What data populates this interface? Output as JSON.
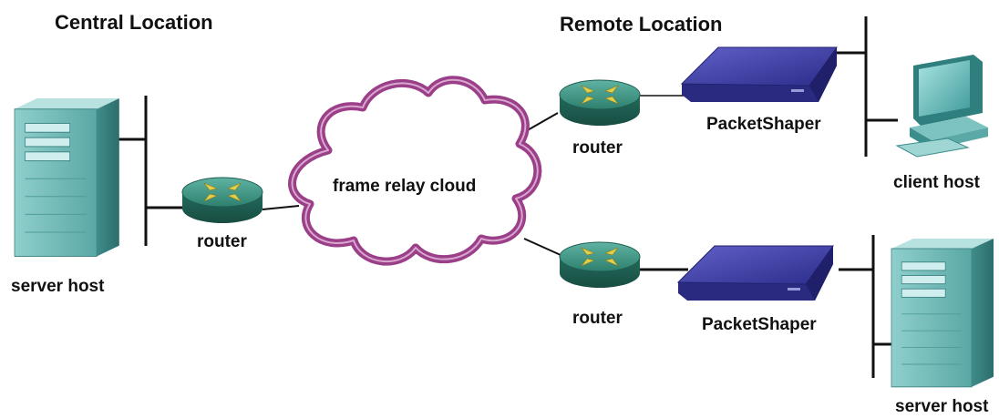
{
  "central": {
    "title": "Central Location",
    "server_label": "server host",
    "router_label": "router"
  },
  "cloud": {
    "label": "frame relay cloud"
  },
  "remote": {
    "title": "Remote Location",
    "top": {
      "router_label": "router",
      "shaper_label": "PacketShaper",
      "client_label": "client host"
    },
    "bottom": {
      "router_label": "router",
      "shaper_label": "PacketShaper",
      "server_label": "server host"
    }
  },
  "colors": {
    "cloud_stroke": "#9a3f88",
    "router": "#2f8a78",
    "router_arrows": "#e0cf4a",
    "shaper": "#3a3a9c",
    "server": "#6fb8b6",
    "line": "#111111"
  }
}
